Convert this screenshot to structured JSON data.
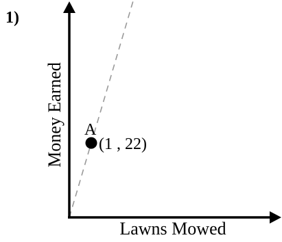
{
  "problem_number": "1)",
  "chart_data": {
    "type": "scatter",
    "xlabel": "Lawns Mowed",
    "ylabel": "Money Earned",
    "grid": false,
    "points": [
      {
        "label": "A",
        "x": 1,
        "y": 22,
        "coord_text": "(1 , 22)"
      }
    ],
    "trend_line": {
      "style": "dashed",
      "color": "#999999",
      "through_origin": true
    },
    "colors": {
      "axis": "#000000",
      "point": "#000000",
      "trend": "#999999"
    }
  }
}
